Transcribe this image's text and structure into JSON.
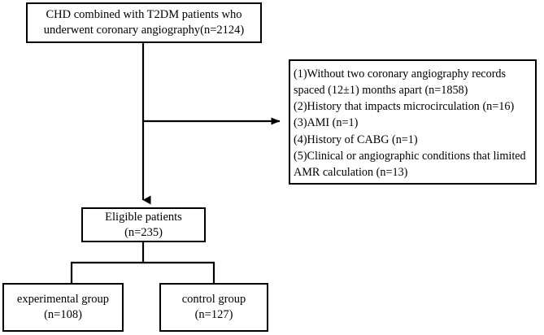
{
  "diagram": {
    "title": "Patient enrollment flow diagram",
    "type": "flowchart",
    "background_color": "#ffffff",
    "line_color": "#000000",
    "text_color": "#000000"
  },
  "nodes": {
    "enrollment": {
      "name": "enrollment-box",
      "line1": "CHD combined with T2DM patients who",
      "line2": "underwent coronary angiography(n=2124)",
      "count": 2124
    },
    "eligible": {
      "name": "eligible-patients-box",
      "line1": "Eligible patients",
      "line2": "(n=235)",
      "count": 235
    },
    "experimental": {
      "name": "experimental-group-box",
      "line1": "experimental group",
      "line2": "(n=108)",
      "count": 108
    },
    "control": {
      "name": "control-group-box",
      "line1": "control group",
      "line2": "(n=127)",
      "count": 127
    },
    "exclusions": {
      "name": "exclusion-criteria-box",
      "items": [
        "(1)Without two coronary angiography records",
        "spaced (12±1) months apart (n=1858)",
        "(2)History that impacts microcirculation (n=16)",
        "(3)AMI (n=1)",
        "(4)History of CABG (n=1)",
        "(5)Clinical or angiographic conditions that limited",
        "AMR calculation  (n=13)"
      ],
      "counts": {
        "no_paired_angiography": 1858,
        "microcirculation_history": 16,
        "ami": 1,
        "cabg_history": 1,
        "limited_amr_calculation": 13
      }
    }
  },
  "connectors": {
    "trunk": "vertical-line-enrollment-to-eligible",
    "exclusion_arrow": "horizontal-arrow-to-exclusions",
    "split": "split-connector-eligible-to-groups"
  }
}
